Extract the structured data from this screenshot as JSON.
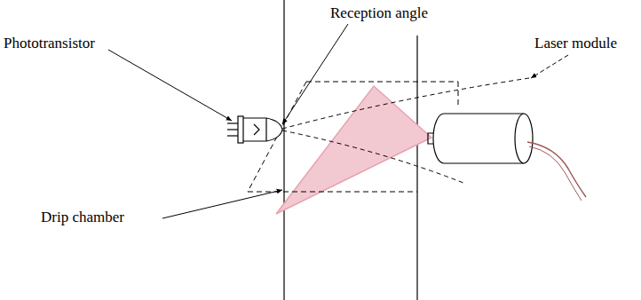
{
  "diagram": {
    "labels": [
      "Reception angle",
      "Laser module",
      "Phototransistor",
      "Drip chamber"
    ]
  }
}
